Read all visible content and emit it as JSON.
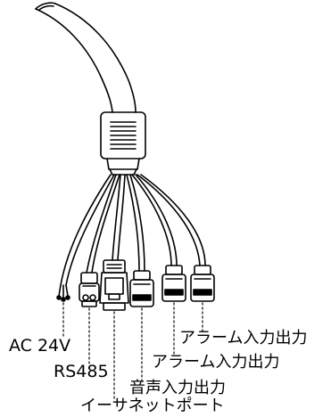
{
  "labels": {
    "ac_power": "AC 24V",
    "rs485": "RS485",
    "audio_io": "音声入力出力",
    "ethernet": "イーサネットポート",
    "alarm_io_1": "アラーム入力出力",
    "alarm_io_2": "アラーム入力出力"
  },
  "colors": {
    "line": "#000000",
    "background": "#ffffff"
  }
}
